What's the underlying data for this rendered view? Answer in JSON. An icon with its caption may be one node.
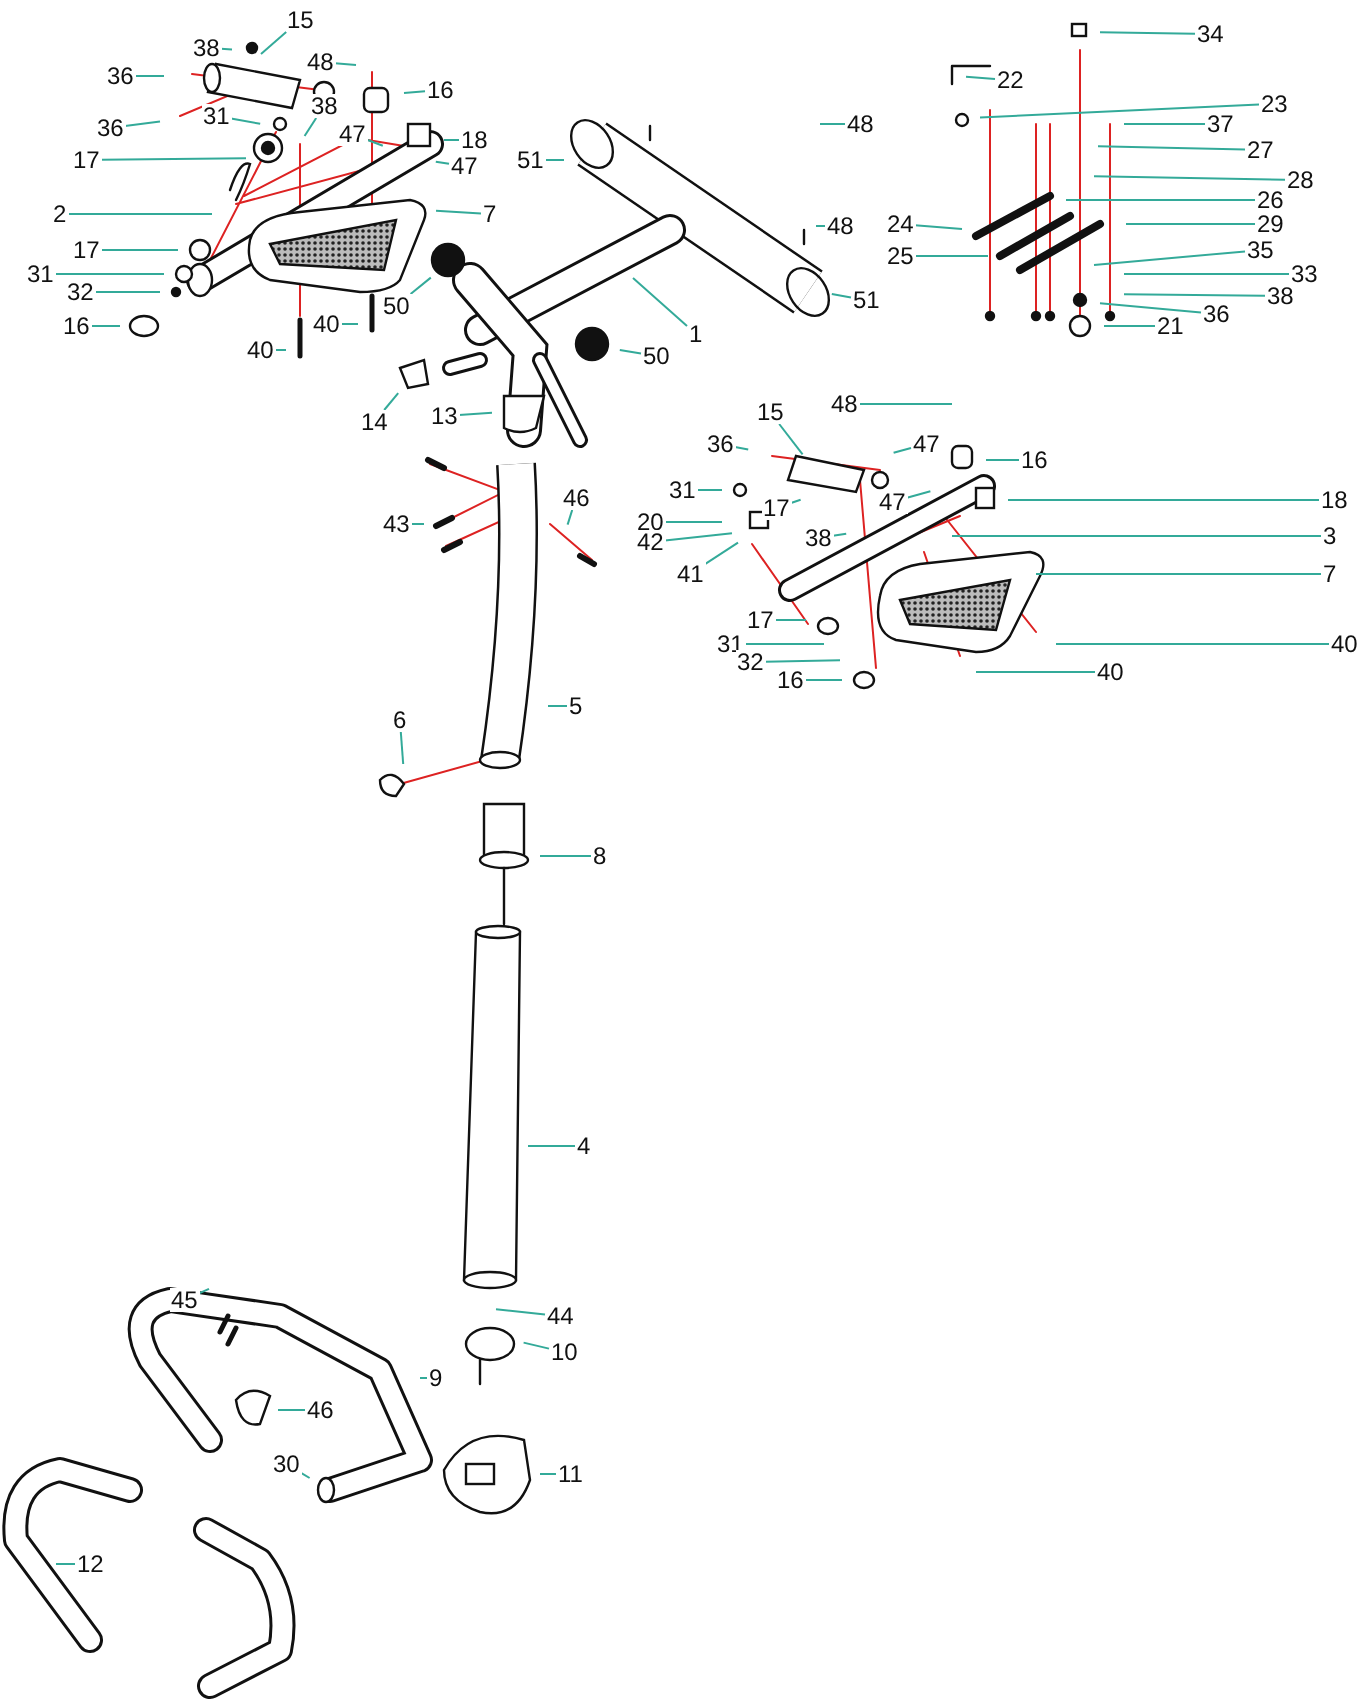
{
  "diagram": {
    "nodes": [
      {
        "text": [
          "15"
        ]
      },
      {
        "text": [
          "38"
        ]
      },
      {
        "text": [
          "36"
        ]
      },
      {
        "text": [
          "36"
        ]
      },
      {
        "text": [
          "31"
        ]
      },
      {
        "text": [
          "38"
        ]
      },
      {
        "text": [
          "48"
        ]
      },
      {
        "text": [
          "16"
        ]
      },
      {
        "text": [
          "17"
        ]
      },
      {
        "text": [
          "47"
        ]
      },
      {
        "text": [
          "18"
        ]
      },
      {
        "text": [
          "47"
        ]
      },
      {
        "text": [
          "2"
        ]
      },
      {
        "text": [
          "7"
        ]
      },
      {
        "text": [
          "17"
        ]
      },
      {
        "text": [
          "31"
        ]
      },
      {
        "text": [
          "32"
        ]
      },
      {
        "text": [
          "16"
        ]
      },
      {
        "text": [
          "40"
        ]
      },
      {
        "text": [
          "40"
        ]
      },
      {
        "text": [
          "51"
        ]
      },
      {
        "text": [
          "48"
        ]
      },
      {
        "text": [
          "48"
        ]
      },
      {
        "text": [
          "51"
        ]
      },
      {
        "text": [
          "1"
        ]
      },
      {
        "text": [
          "50"
        ]
      },
      {
        "text": [
          "50"
        ]
      },
      {
        "text": [
          "14"
        ]
      },
      {
        "text": [
          "13"
        ]
      },
      {
        "text": [
          "34"
        ]
      },
      {
        "text": [
          "22"
        ]
      },
      {
        "text": [
          "23"
        ]
      },
      {
        "text": [
          "37"
        ]
      },
      {
        "text": [
          "27"
        ]
      },
      {
        "text": [
          "28"
        ]
      },
      {
        "text": [
          "26"
        ]
      },
      {
        "text": [
          "29"
        ]
      },
      {
        "text": [
          "24"
        ]
      },
      {
        "text": [
          "25"
        ]
      },
      {
        "text": [
          "35"
        ]
      },
      {
        "text": [
          "33"
        ]
      },
      {
        "text": [
          "38"
        ]
      },
      {
        "text": [
          "36"
        ]
      },
      {
        "text": [
          "21"
        ]
      },
      {
        "text": [
          "15"
        ]
      },
      {
        "text": [
          "48"
        ]
      },
      {
        "text": [
          "36"
        ]
      },
      {
        "text": [
          "47"
        ]
      },
      {
        "text": [
          "16"
        ]
      },
      {
        "text": [
          "31"
        ]
      },
      {
        "text": [
          "17"
        ]
      },
      {
        "text": [
          "47"
        ]
      },
      {
        "text": [
          "18"
        ]
      },
      {
        "text": [
          "20"
        ]
      },
      {
        "text": [
          "42"
        ]
      },
      {
        "text": [
          "41"
        ]
      },
      {
        "text": [
          "38"
        ]
      },
      {
        "text": [
          "3"
        ]
      },
      {
        "text": [
          "7"
        ]
      },
      {
        "text": [
          "17"
        ]
      },
      {
        "text": [
          "31"
        ]
      },
      {
        "text": [
          "32"
        ]
      },
      {
        "text": [
          "16"
        ]
      },
      {
        "text": [
          "40"
        ]
      },
      {
        "text": [
          "40"
        ]
      },
      {
        "text": [
          "43"
        ]
      },
      {
        "text": [
          "46"
        ]
      },
      {
        "text": [
          "5"
        ]
      },
      {
        "text": [
          "6"
        ]
      },
      {
        "text": [
          "8"
        ]
      },
      {
        "text": [
          "4"
        ]
      },
      {
        "text": [
          "44"
        ]
      },
      {
        "text": [
          "10"
        ]
      },
      {
        "text": [
          "45"
        ]
      },
      {
        "text": [
          "9"
        ]
      },
      {
        "text": [
          "46"
        ]
      },
      {
        "text": [
          "30"
        ]
      },
      {
        "text": [
          "11"
        ]
      },
      {
        "text": [
          "12"
        ]
      }
    ],
    "edges": [
      {
        "from": 0,
        "to": null,
        "arrow": "none"
      },
      {
        "from": 1,
        "to": null,
        "arrow": "none"
      },
      {
        "from": 2,
        "to": null,
        "arrow": "none"
      },
      {
        "from": 3,
        "to": null,
        "arrow": "none"
      },
      {
        "from": 4,
        "to": null,
        "arrow": "none"
      },
      {
        "from": 5,
        "to": null,
        "arrow": "none"
      },
      {
        "from": 6,
        "to": null,
        "arrow": "none"
      },
      {
        "from": 7,
        "to": null,
        "arrow": "none"
      },
      {
        "from": 8,
        "to": null,
        "arrow": "none"
      },
      {
        "from": 9,
        "to": null,
        "arrow": "none"
      },
      {
        "from": 10,
        "to": null,
        "arrow": "none"
      },
      {
        "from": 11,
        "to": null,
        "arrow": "none"
      },
      {
        "from": 12,
        "to": null,
        "arrow": "none"
      },
      {
        "from": 13,
        "to": null,
        "arrow": "none"
      },
      {
        "from": 14,
        "to": null,
        "arrow": "none"
      },
      {
        "from": 15,
        "to": null,
        "arrow": "none"
      },
      {
        "from": 16,
        "to": null,
        "arrow": "none"
      },
      {
        "from": 17,
        "to": null,
        "arrow": "none"
      },
      {
        "from": 18,
        "to": null,
        "arrow": "none"
      },
      {
        "from": 19,
        "to": null,
        "arrow": "none"
      },
      {
        "from": 20,
        "to": null,
        "arrow": "none"
      },
      {
        "from": 21,
        "to": null,
        "arrow": "none"
      },
      {
        "from": 22,
        "to": null,
        "arrow": "none"
      },
      {
        "from": 23,
        "to": null,
        "arrow": "none"
      },
      {
        "from": 24,
        "to": null,
        "arrow": "none"
      },
      {
        "from": 25,
        "to": null,
        "arrow": "none"
      },
      {
        "from": 26,
        "to": null,
        "arrow": "none"
      },
      {
        "from": 27,
        "to": null,
        "arrow": "none"
      },
      {
        "from": 28,
        "to": null,
        "arrow": "none"
      },
      {
        "from": 29,
        "to": null,
        "arrow": "none"
      },
      {
        "from": 30,
        "to": null,
        "arrow": "none"
      },
      {
        "from": 31,
        "to": null,
        "arrow": "none"
      },
      {
        "from": 32,
        "to": null,
        "arrow": "none"
      },
      {
        "from": 33,
        "to": null,
        "arrow": "none"
      },
      {
        "from": 34,
        "to": null,
        "arrow": "none"
      },
      {
        "from": 35,
        "to": null,
        "arrow": "none"
      },
      {
        "from": 36,
        "to": null,
        "arrow": "none"
      },
      {
        "from": 37,
        "to": null,
        "arrow": "none"
      },
      {
        "from": 38,
        "to": null,
        "arrow": "none"
      },
      {
        "from": 39,
        "to": null,
        "arrow": "none"
      },
      {
        "from": 40,
        "to": null,
        "arrow": "none"
      },
      {
        "from": 41,
        "to": null,
        "arrow": "none"
      },
      {
        "from": 42,
        "to": null,
        "arrow": "none"
      },
      {
        "from": 43,
        "to": null,
        "arrow": "none"
      },
      {
        "from": 44,
        "to": null,
        "arrow": "none"
      },
      {
        "from": 45,
        "to": null,
        "arrow": "none"
      },
      {
        "from": 46,
        "to": null,
        "arrow": "none"
      },
      {
        "from": 47,
        "to": null,
        "arrow": "none"
      },
      {
        "from": 48,
        "to": null,
        "arrow": "none"
      },
      {
        "from": 49,
        "to": null,
        "arrow": "none"
      },
      {
        "from": 50,
        "to": null,
        "arrow": "none"
      },
      {
        "from": 51,
        "to": null,
        "arrow": "none"
      },
      {
        "from": 52,
        "to": null,
        "arrow": "none"
      },
      {
        "from": 53,
        "to": null,
        "arrow": "none"
      },
      {
        "from": 54,
        "to": null,
        "arrow": "none"
      },
      {
        "from": 55,
        "to": null,
        "arrow": "none"
      },
      {
        "from": 56,
        "to": null,
        "arrow": "none"
      },
      {
        "from": 57,
        "to": null,
        "arrow": "none"
      },
      {
        "from": 58,
        "to": null,
        "arrow": "none"
      },
      {
        "from": 59,
        "to": null,
        "arrow": "none"
      },
      {
        "from": 60,
        "to": null,
        "arrow": "none"
      },
      {
        "from": 61,
        "to": null,
        "arrow": "none"
      },
      {
        "from": 62,
        "to": null,
        "arrow": "none"
      },
      {
        "from": 63,
        "to": null,
        "arrow": "none"
      },
      {
        "from": 64,
        "to": null,
        "arrow": "none"
      },
      {
        "from": 65,
        "to": null,
        "arrow": "none"
      },
      {
        "from": 66,
        "to": null,
        "arrow": "none"
      },
      {
        "from": 67,
        "to": null,
        "arrow": "none"
      },
      {
        "from": 68,
        "to": null,
        "arrow": "none"
      },
      {
        "from": 69,
        "to": null,
        "arrow": "none"
      },
      {
        "from": 70,
        "to": null,
        "arrow": "none"
      },
      {
        "from": 71,
        "to": null,
        "arrow": "none"
      },
      {
        "from": 72,
        "to": null,
        "arrow": "none"
      },
      {
        "from": 73,
        "to": null,
        "arrow": "none"
      },
      {
        "from": 74,
        "to": null,
        "arrow": "none"
      },
      {
        "from": 75,
        "to": null,
        "arrow": "none"
      },
      {
        "from": 76,
        "to": null,
        "arrow": "none"
      },
      {
        "from": 77,
        "to": null,
        "arrow": "none"
      },
      {
        "from": 78,
        "to": null,
        "arrow": "none"
      }
    ]
  }
}
